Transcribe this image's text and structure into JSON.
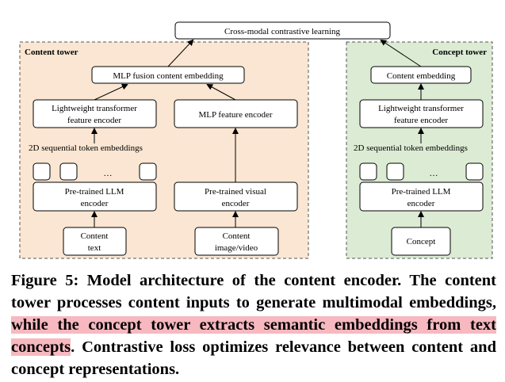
{
  "diagram": {
    "top_box": "Cross-modal contrastive learning",
    "content_tower": {
      "title": "Content tower",
      "mlp_fusion": "MLP fusion content embedding",
      "transformer": [
        "Lightweight transformer",
        "feature encoder"
      ],
      "token_label": "2D sequential token embeddings",
      "ellipsis": "…",
      "llm": [
        "Pre-trained LLM",
        "encoder"
      ],
      "input_text": [
        "Content",
        "text"
      ],
      "mlp_feature": "MLP feature encoder",
      "visual": [
        "Pre-trained visual",
        "encoder"
      ],
      "input_image": [
        "Content",
        "image/video"
      ]
    },
    "concept_tower": {
      "title": "Concept tower",
      "content_embedding": "Content embedding",
      "transformer": [
        "Lightweight transformer",
        "feature encoder"
      ],
      "token_label": "2D sequential token embeddings",
      "ellipsis": "…",
      "llm": [
        "Pre-trained LLM",
        "encoder"
      ],
      "input": "Concept"
    }
  },
  "caption": {
    "before": "Figure 5: Model architecture of the content encoder. The content tower processes content inputs to generate multimodal embeddings, ",
    "highlight": "while the concept tower extracts semantic embeddings from text concepts",
    "after": ". Contrastive loss optimizes relevance between content and concept representations.",
    "highlight_color": "#f7b8c0"
  },
  "colors": {
    "content_bg": "#fae6d2",
    "concept_bg": "#dcebd4",
    "content_border": "#555555",
    "concept_border": "#555555",
    "box_fill": "#ffffff",
    "line": "#000000"
  }
}
